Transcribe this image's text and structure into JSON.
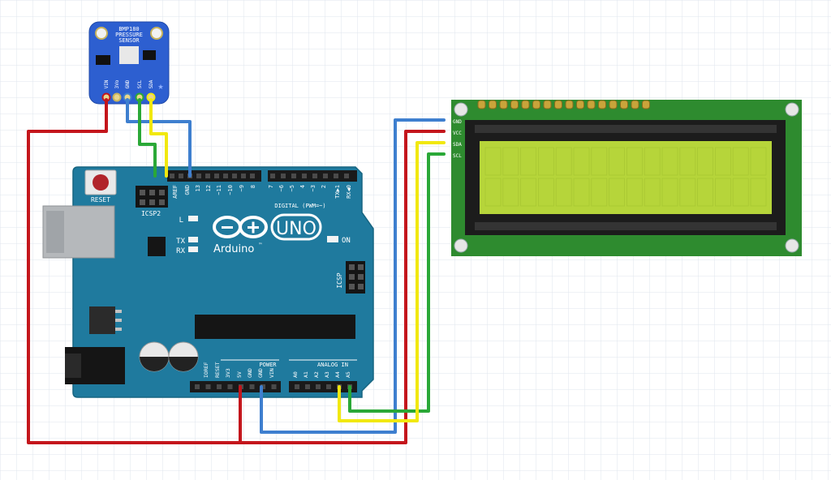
{
  "colors": {
    "grid": "#dfe6ee",
    "wire_red": "#c4161c",
    "wire_blue": "#3e7fcf",
    "wire_green": "#2aa837",
    "wire_yellow": "#f1e80f",
    "arduino_board": "#1f7a9e",
    "sensor_board": "#2d5fd0",
    "lcd_pcb": "#2e8b2f",
    "lcd_screen": "#b6d53a"
  },
  "sensor": {
    "title": "BMP180",
    "subtitle_1": "PRESSURE",
    "subtitle_2": "SENSOR",
    "pins": [
      "VIN",
      "3Vo",
      "GND",
      "SCL",
      "SDA"
    ]
  },
  "arduino": {
    "reset_label": "RESET",
    "icsp2_label": "ICSP2",
    "icsp_label": "ICSP",
    "led_l": "L",
    "led_tx": "TX",
    "led_rx": "RX",
    "logo_text": "Arduino",
    "trademark": "™",
    "model": "UNO",
    "on_label": "ON",
    "digital_label": "DIGITAL (PWM=~)",
    "power_label": "POWER",
    "analog_label": "ANALOG IN",
    "top_pins": [
      "AREF",
      "GND",
      "13",
      "12",
      "~11",
      "~10",
      "~9",
      "8",
      "7",
      "~6",
      "~5",
      "4",
      "~3",
      "2",
      "TX▶1",
      "RX◀0"
    ],
    "power_pins": [
      "IOREF",
      "RESET",
      "3V3",
      "5V",
      "GND",
      "GND",
      "VIN"
    ],
    "analog_pins": [
      "A0",
      "A1",
      "A2",
      "A3",
      "A4",
      "A5"
    ]
  },
  "lcd": {
    "pins": [
      "GND",
      "VCC",
      "SDA",
      "SCL"
    ]
  }
}
